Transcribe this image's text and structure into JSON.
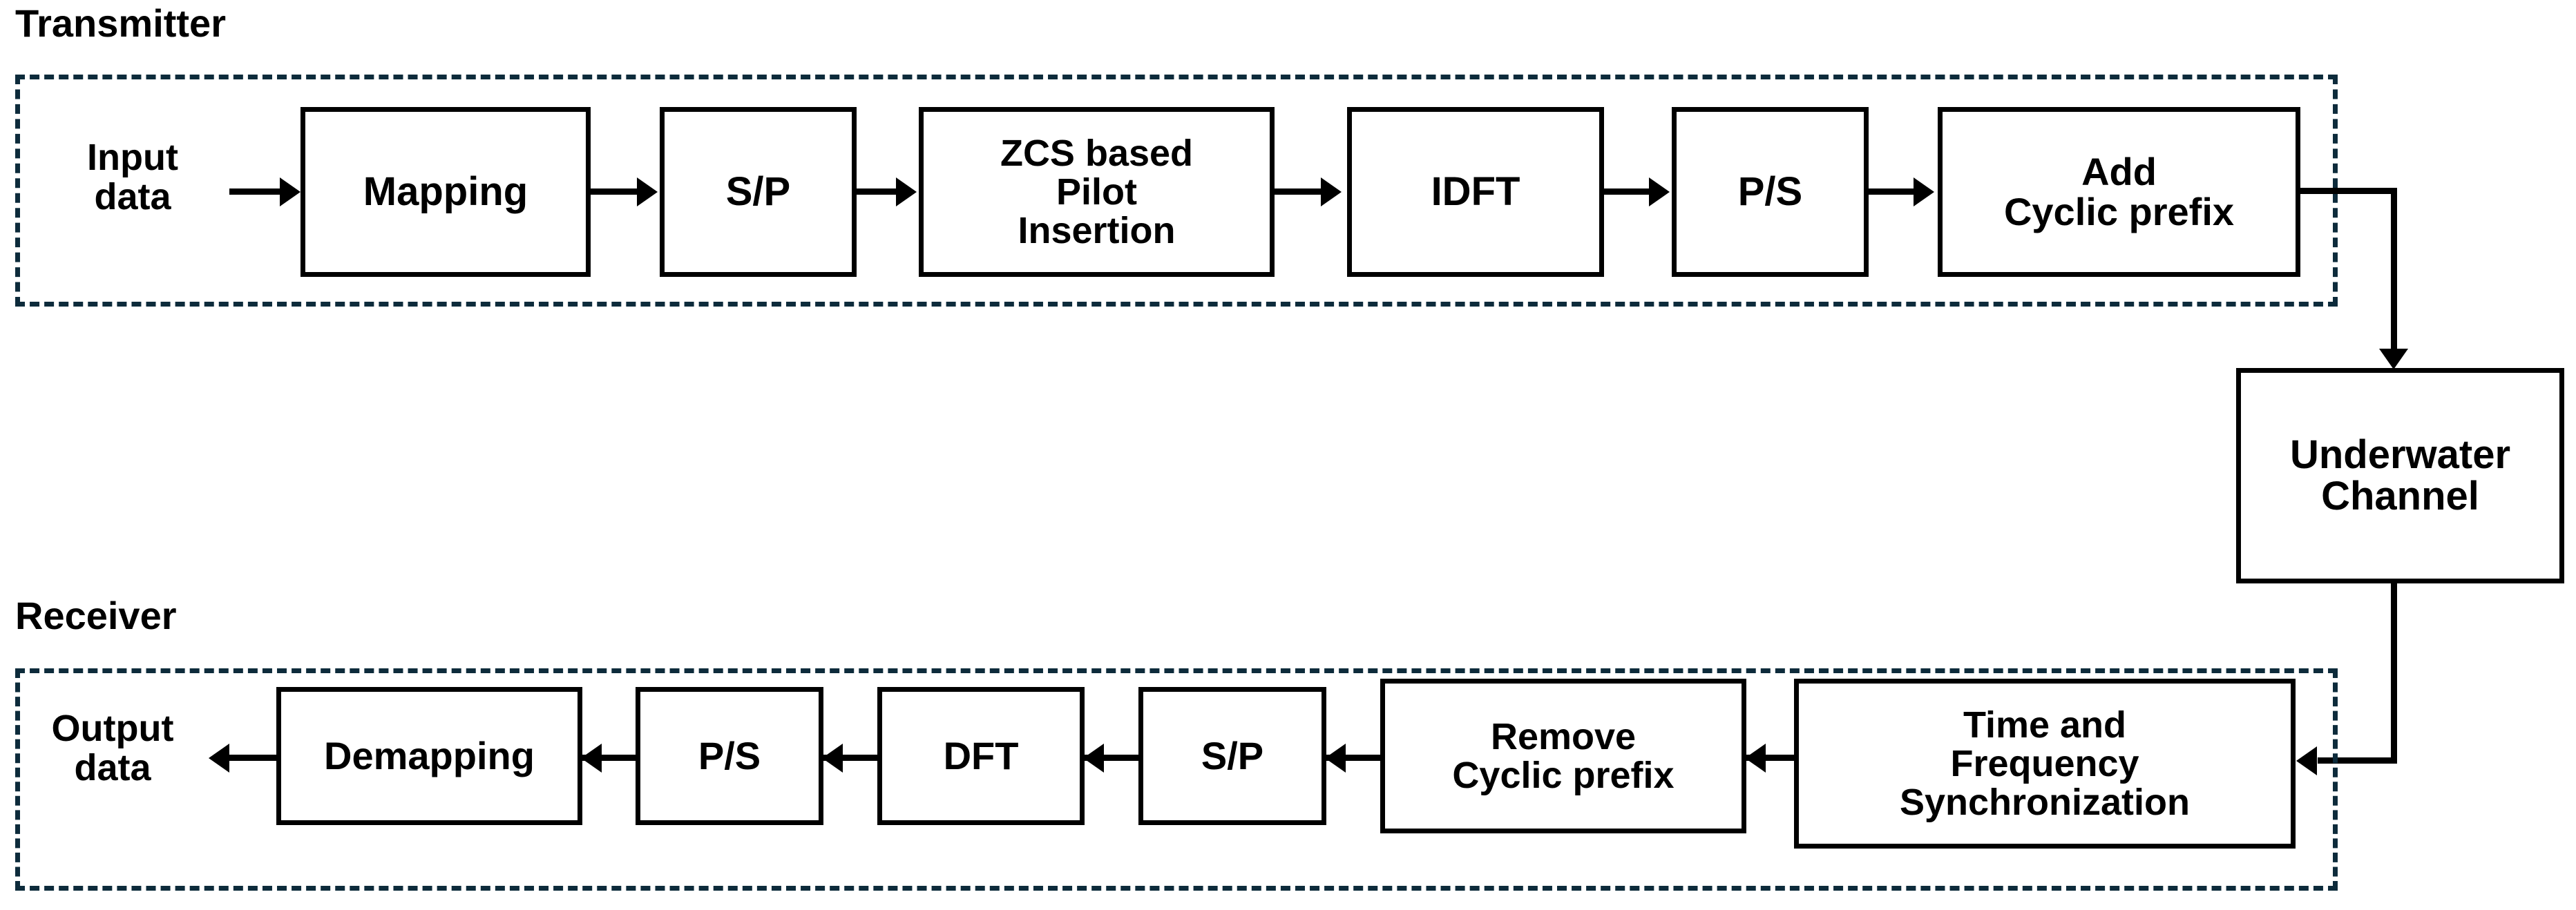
{
  "diagram": {
    "title_transmitter": "Transmitter",
    "title_receiver": "Receiver",
    "colors": {
      "dashed_border": "#0d2b3b",
      "box_border": "#000000",
      "text": "#000000",
      "background": "#ffffff"
    },
    "transmitter": {
      "input_label": "Input\ndata",
      "blocks": [
        {
          "label": "Mapping"
        },
        {
          "label": "S/P"
        },
        {
          "label": "ZCS based\nPilot\nInsertion"
        },
        {
          "label": "IDFT"
        },
        {
          "label": "P/S"
        },
        {
          "label": "Add\nCyclic prefix"
        }
      ]
    },
    "channel": {
      "label": "Underwater\nChannel"
    },
    "receiver": {
      "output_label": "Output\ndata",
      "blocks": [
        {
          "label": "Demapping"
        },
        {
          "label": "P/S"
        },
        {
          "label": "DFT"
        },
        {
          "label": "S/P"
        },
        {
          "label": "Remove\nCyclic prefix"
        },
        {
          "label": "Time and\nFrequency\nSynchronization"
        }
      ]
    }
  }
}
